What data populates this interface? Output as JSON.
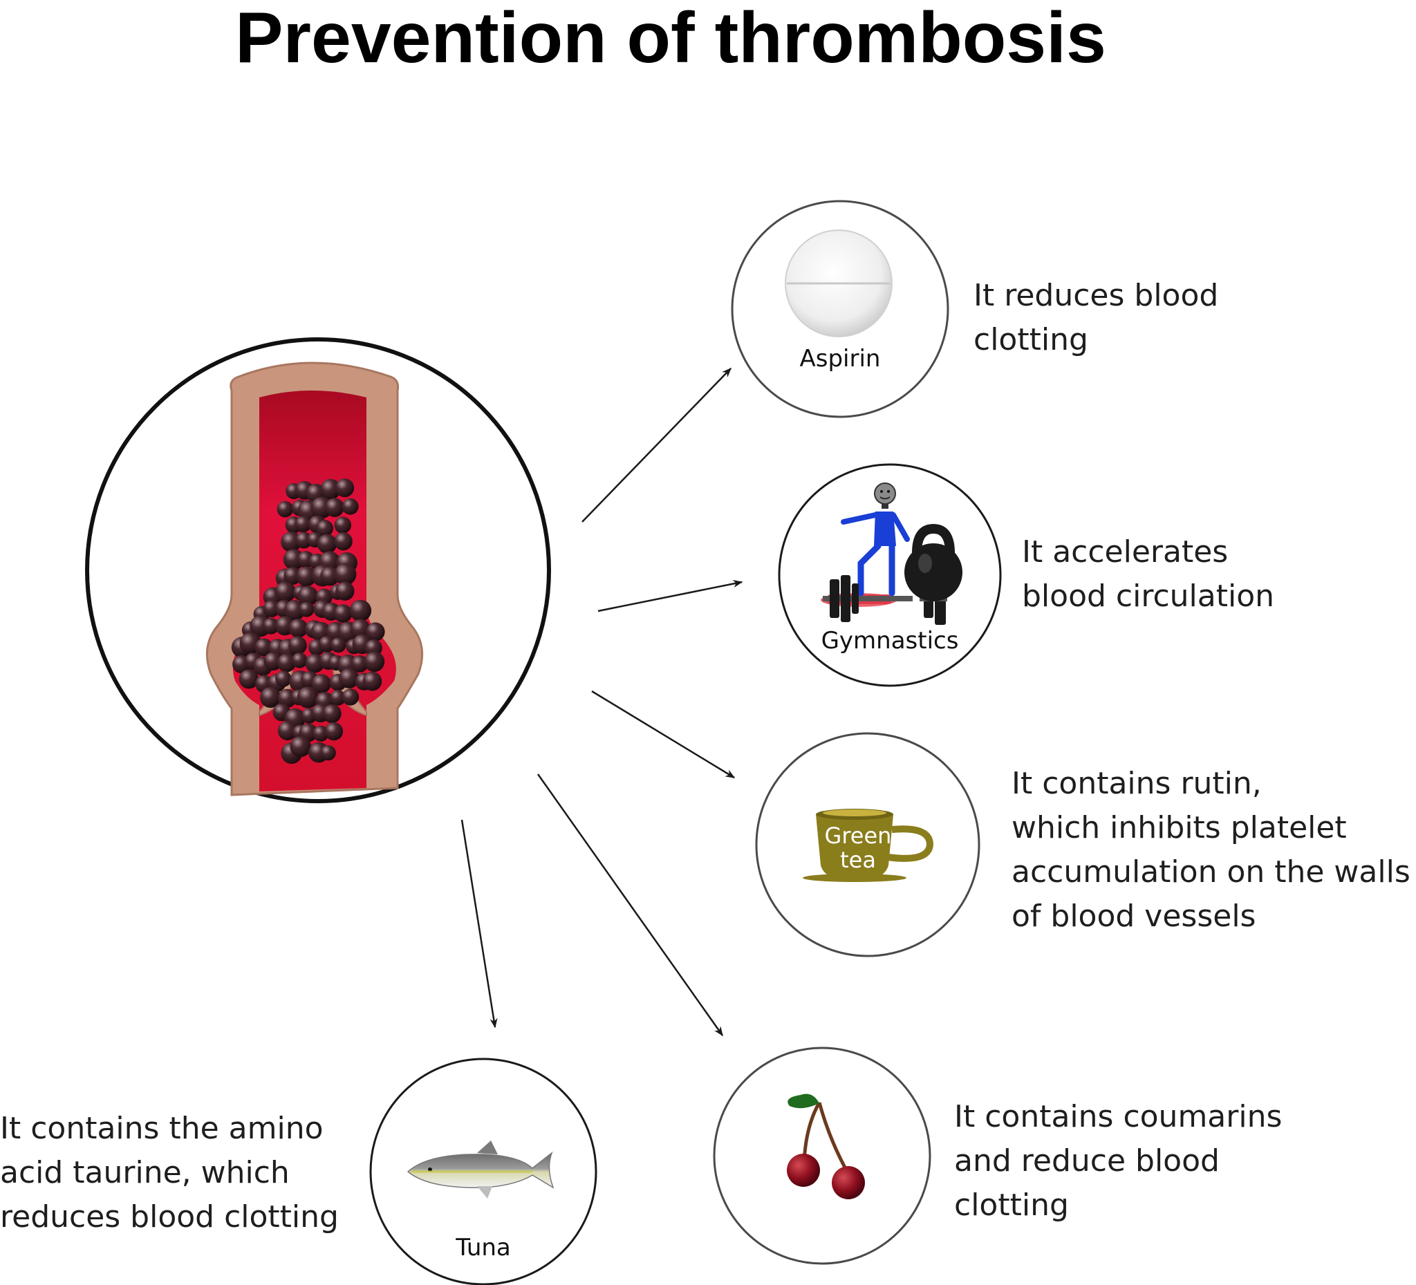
{
  "title": "Prevention of thrombosis",
  "items": [
    {
      "label": "Aspirin",
      "description": "It reduces blood\nclotting"
    },
    {
      "label": "Gymnastics",
      "description": "It accelerates\nblood circulation"
    },
    {
      "label": "Green\ntea",
      "label_line1": "Green",
      "label_line2": "tea",
      "description": "It contains rutin,\nwhich inhibits platelet\naccumulation on the walls\nof blood vessels"
    },
    {
      "label": "",
      "description": "It contains coumarins\n and reduce blood\n clotting"
    },
    {
      "label": "Tuna",
      "description": "It contains the amino\nacid taurine, which\nreduces blood clotting"
    }
  ],
  "colors": {
    "vessel_wall": "#c9957d",
    "vessel_wall_dark": "#9e6e5a",
    "blood": "#d8102f",
    "clot": "#3a1c22",
    "cup": "#8a7d1c",
    "cherry": "#8e0f1e",
    "leaf": "#1f6b1f",
    "figure_blue": "#1a3fd6",
    "weights": "#1a1a1a"
  },
  "icons": [
    "thrombus-vessel-icon",
    "aspirin-pill-icon",
    "gymnastics-icon",
    "green-tea-cup-icon",
    "cherry-icon",
    "tuna-fish-icon"
  ]
}
